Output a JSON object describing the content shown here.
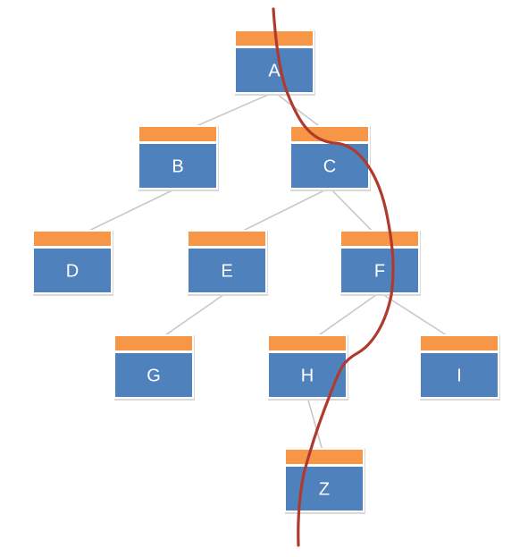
{
  "colors": {
    "node_body": "#4f81bd",
    "node_header": "#f79646",
    "edge": "#c8c8c8",
    "path_line": "#b03a2e"
  },
  "tree": {
    "nodes": [
      {
        "id": "A",
        "label": "A"
      },
      {
        "id": "B",
        "label": "B"
      },
      {
        "id": "C",
        "label": "C"
      },
      {
        "id": "D",
        "label": "D"
      },
      {
        "id": "E",
        "label": "E"
      },
      {
        "id": "F",
        "label": "F"
      },
      {
        "id": "G",
        "label": "G"
      },
      {
        "id": "H",
        "label": "H"
      },
      {
        "id": "I",
        "label": "I"
      },
      {
        "id": "Z",
        "label": "Z"
      }
    ],
    "edges": [
      {
        "from": "A",
        "to": "B"
      },
      {
        "from": "A",
        "to": "C"
      },
      {
        "from": "B",
        "to": "D"
      },
      {
        "from": "C",
        "to": "E"
      },
      {
        "from": "C",
        "to": "F"
      },
      {
        "from": "E",
        "to": "G"
      },
      {
        "from": "F",
        "to": "H"
      },
      {
        "from": "F",
        "to": "I"
      },
      {
        "from": "H",
        "to": "Z"
      }
    ]
  }
}
